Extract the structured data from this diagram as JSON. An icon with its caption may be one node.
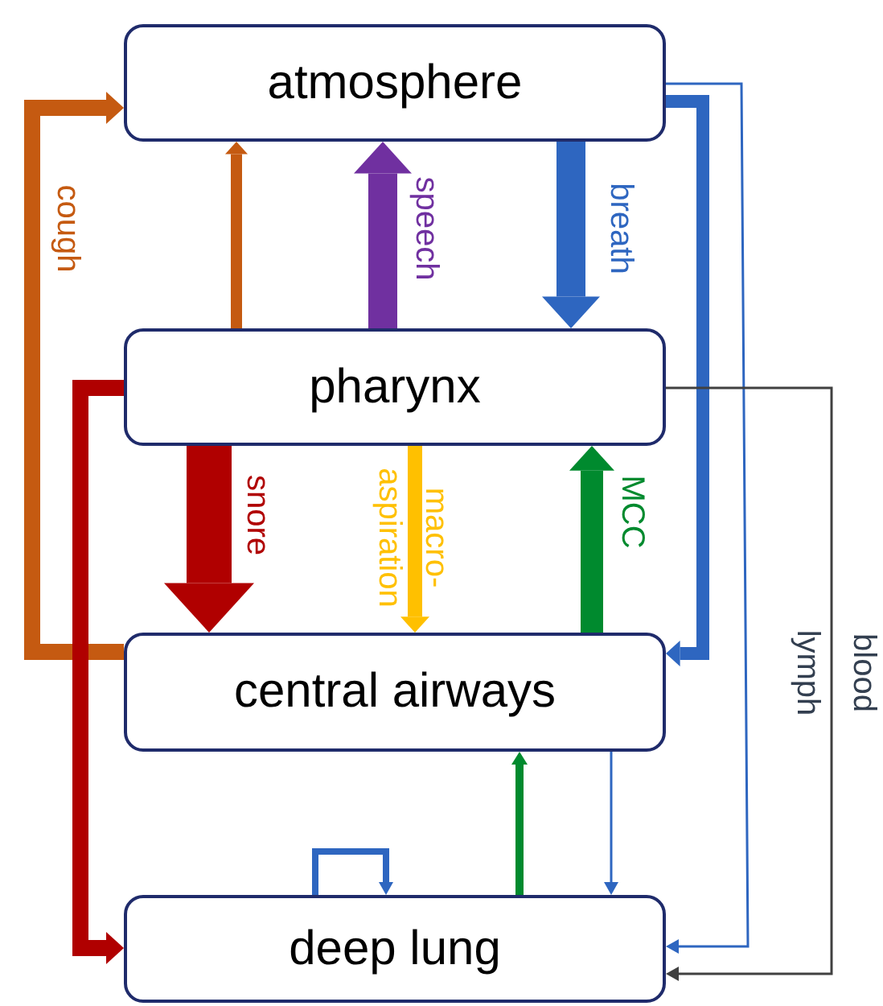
{
  "diagram": {
    "nodes": [
      {
        "text": [
          "atmosphere"
        ]
      },
      {
        "text": [
          "pharynx"
        ]
      },
      {
        "text": [
          "central airways"
        ]
      },
      {
        "text": [
          "deep lung"
        ]
      }
    ],
    "edges": [
      {
        "from": 2,
        "to": 0,
        "arrow": "to",
        "label": "cough",
        "color": "#c55a11"
      },
      {
        "from": 1,
        "to": 0,
        "arrow": "to",
        "color": "#c55a11"
      },
      {
        "from": 1,
        "to": 0,
        "arrow": "to",
        "label": "speech",
        "style": "thick",
        "color": "#7030a0"
      },
      {
        "from": 0,
        "to": 1,
        "arrow": "to",
        "label": "breath",
        "style": "thick",
        "color": "#2e66c0"
      },
      {
        "from": 0,
        "to": 2,
        "arrow": "to",
        "color": "#2e66c0"
      },
      {
        "from": 0,
        "to": 3,
        "arrow": "to",
        "color": "#2e66c0"
      },
      {
        "from": 1,
        "to": 3,
        "arrow": "to",
        "color": "#b00000"
      },
      {
        "from": 1,
        "to": 2,
        "arrow": "to",
        "label": "snore",
        "style": "thick",
        "color": "#b00000"
      },
      {
        "from": 1,
        "to": 2,
        "arrow": "to",
        "label": "macro- aspiration",
        "color": "#ffc000"
      },
      {
        "from": 2,
        "to": 1,
        "arrow": "to",
        "label": "MCC",
        "color": "#008a2e"
      },
      {
        "from": 3,
        "to": 2,
        "arrow": "to",
        "color": "#008a2e"
      },
      {
        "from": 2,
        "to": 3,
        "arrow": "to",
        "color": "#2e66c0"
      },
      {
        "from": 3,
        "to": 3,
        "arrow": "to",
        "color": "#2e66c0"
      },
      {
        "from": 1,
        "to": 3,
        "arrow": "to",
        "label": "blood lymph",
        "color": "#404040"
      }
    ]
  }
}
